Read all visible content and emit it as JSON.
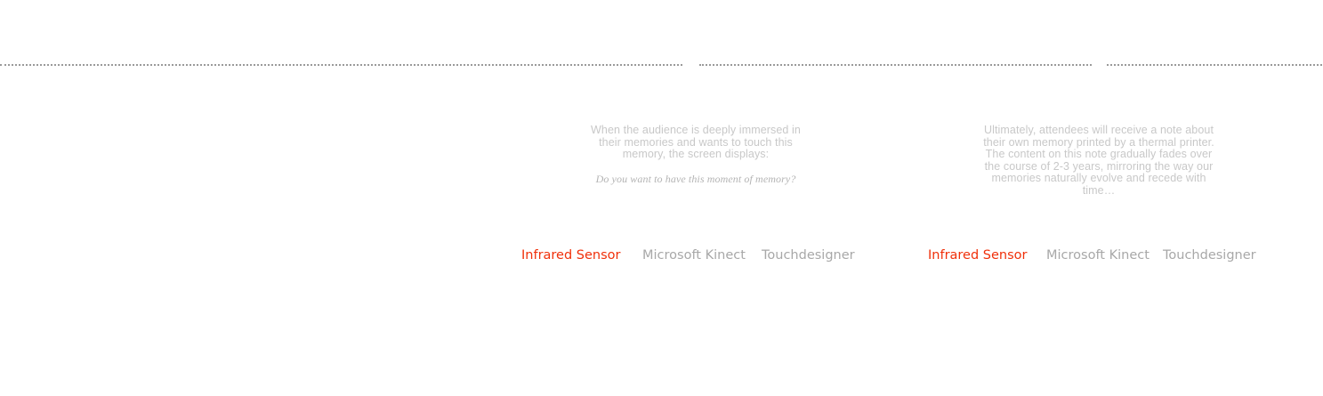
{
  "section_one": {
    "description": "When the audience is deeply immersed in their memories and wants to touch this memory, the screen displays:",
    "quote": "Do you want to have this moment of memory?",
    "tech_tags": [
      {
        "label": "Infrared Sensor",
        "active": true
      },
      {
        "label": "Microsoft Kinect",
        "active": false
      },
      {
        "label": "Touchdesigner",
        "active": false
      }
    ]
  },
  "section_two": {
    "description": "Ultimately, attendees will receive a note about their own memory printed by a thermal printer. The content on this note gradually fades over the course of 2-3 years, mirroring the way our memories naturally evolve and recede with time…",
    "tech_tags": [
      {
        "label": "Infrared Sensor",
        "active": true
      },
      {
        "label": "Microsoft Kinect",
        "active": false
      },
      {
        "label": "Touchdesigner",
        "active": false
      }
    ]
  },
  "colors": {
    "accent": "#f0300a",
    "muted_text": "#a8a8a8",
    "faint_text": "#c8c8c8",
    "divider": "#9a9a9a"
  }
}
